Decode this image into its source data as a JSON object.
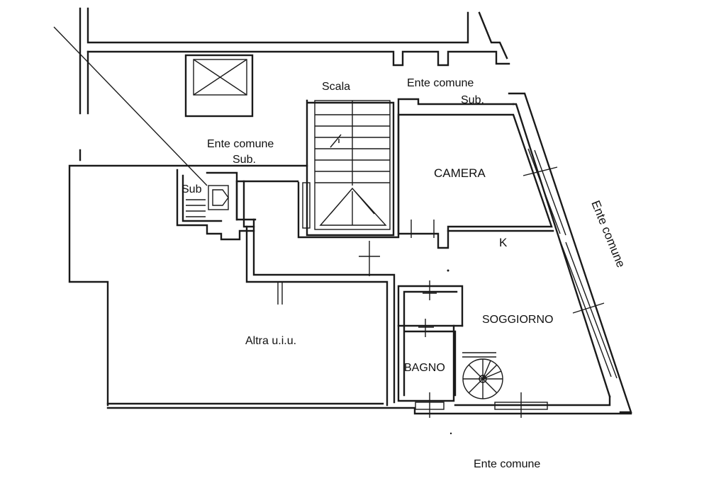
{
  "labels": {
    "scala": "Scala",
    "ente_comune_top": "Ente comune",
    "sub_top": "Sub.",
    "ente_comune_mid": "Ente comune",
    "sub_mid": "Sub.",
    "sub_small": "Sub",
    "camera": "CAMERA",
    "ente_comune_right": "Ente comune",
    "k": "K",
    "soggiorno": "SOGGIORNO",
    "altra": "Altra u.i.u.",
    "bagno": "BAGNO",
    "ente_comune_bottom": "Ente comune"
  },
  "style": {
    "line_color": "#1a1a1a",
    "background": "#ffffff"
  }
}
